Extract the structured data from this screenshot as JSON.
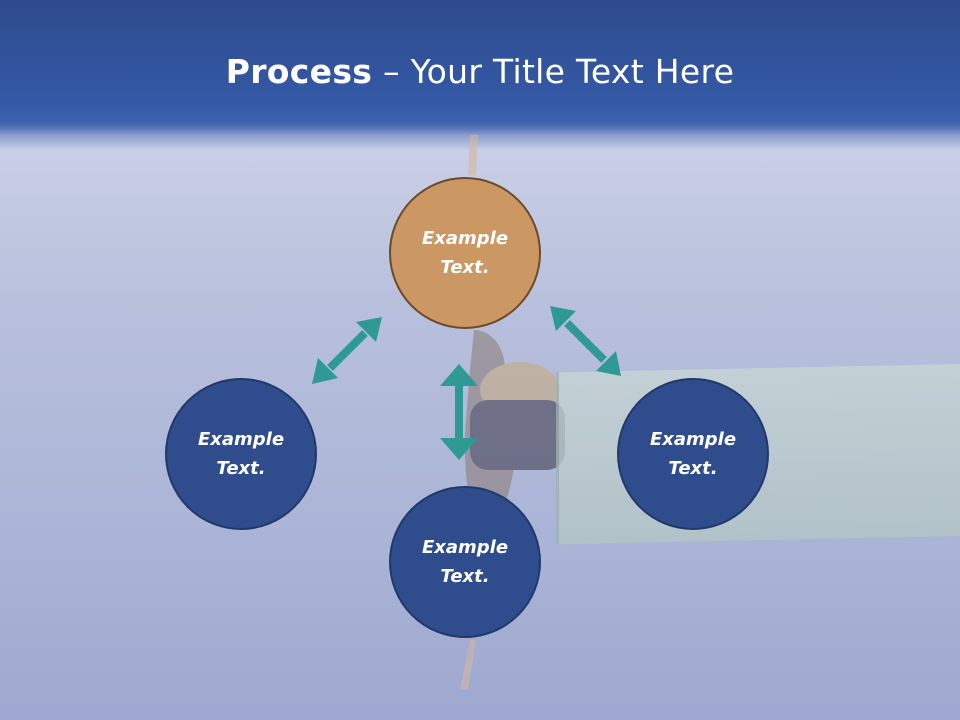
{
  "slide": {
    "title_bold": "Process",
    "title_rest": " – Your Title Text Here",
    "colors": {
      "header": "#3559a6",
      "circle_blue": "#2f4d8c",
      "circle_orange": "#cb9762",
      "arrow_teal": "#2e9a93"
    },
    "nodes": [
      {
        "id": "top",
        "line1": "Example",
        "line2": "Text."
      },
      {
        "id": "left",
        "line1": "Example",
        "line2": "Text."
      },
      {
        "id": "right",
        "line1": "Example",
        "line2": "Text."
      },
      {
        "id": "bottom",
        "line1": "Example",
        "line2": "Text."
      }
    ]
  }
}
